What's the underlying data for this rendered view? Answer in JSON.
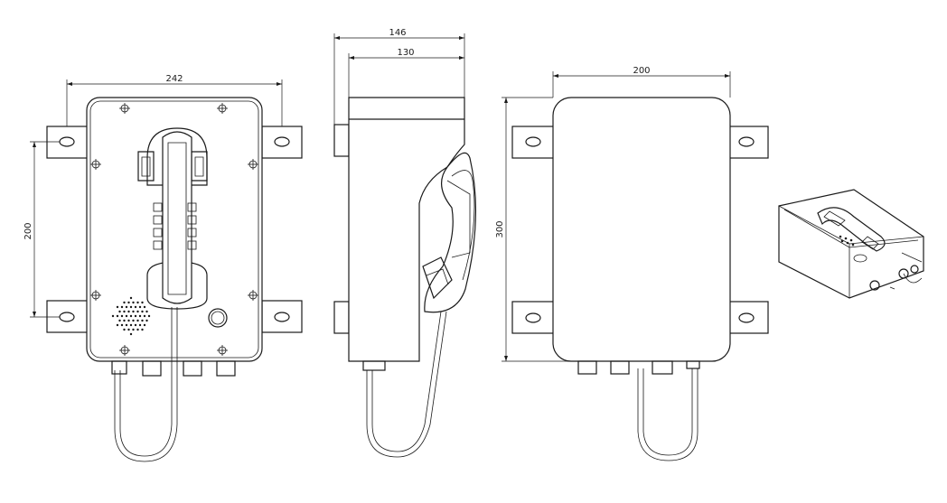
{
  "drawing": {
    "front_view": {
      "width_label": "242",
      "height_label": "200"
    },
    "side_view": {
      "overall_depth_label": "146",
      "body_depth_label": "130"
    },
    "back_view": {
      "width_label": "200",
      "height_label": "300"
    },
    "iso_view": {}
  }
}
